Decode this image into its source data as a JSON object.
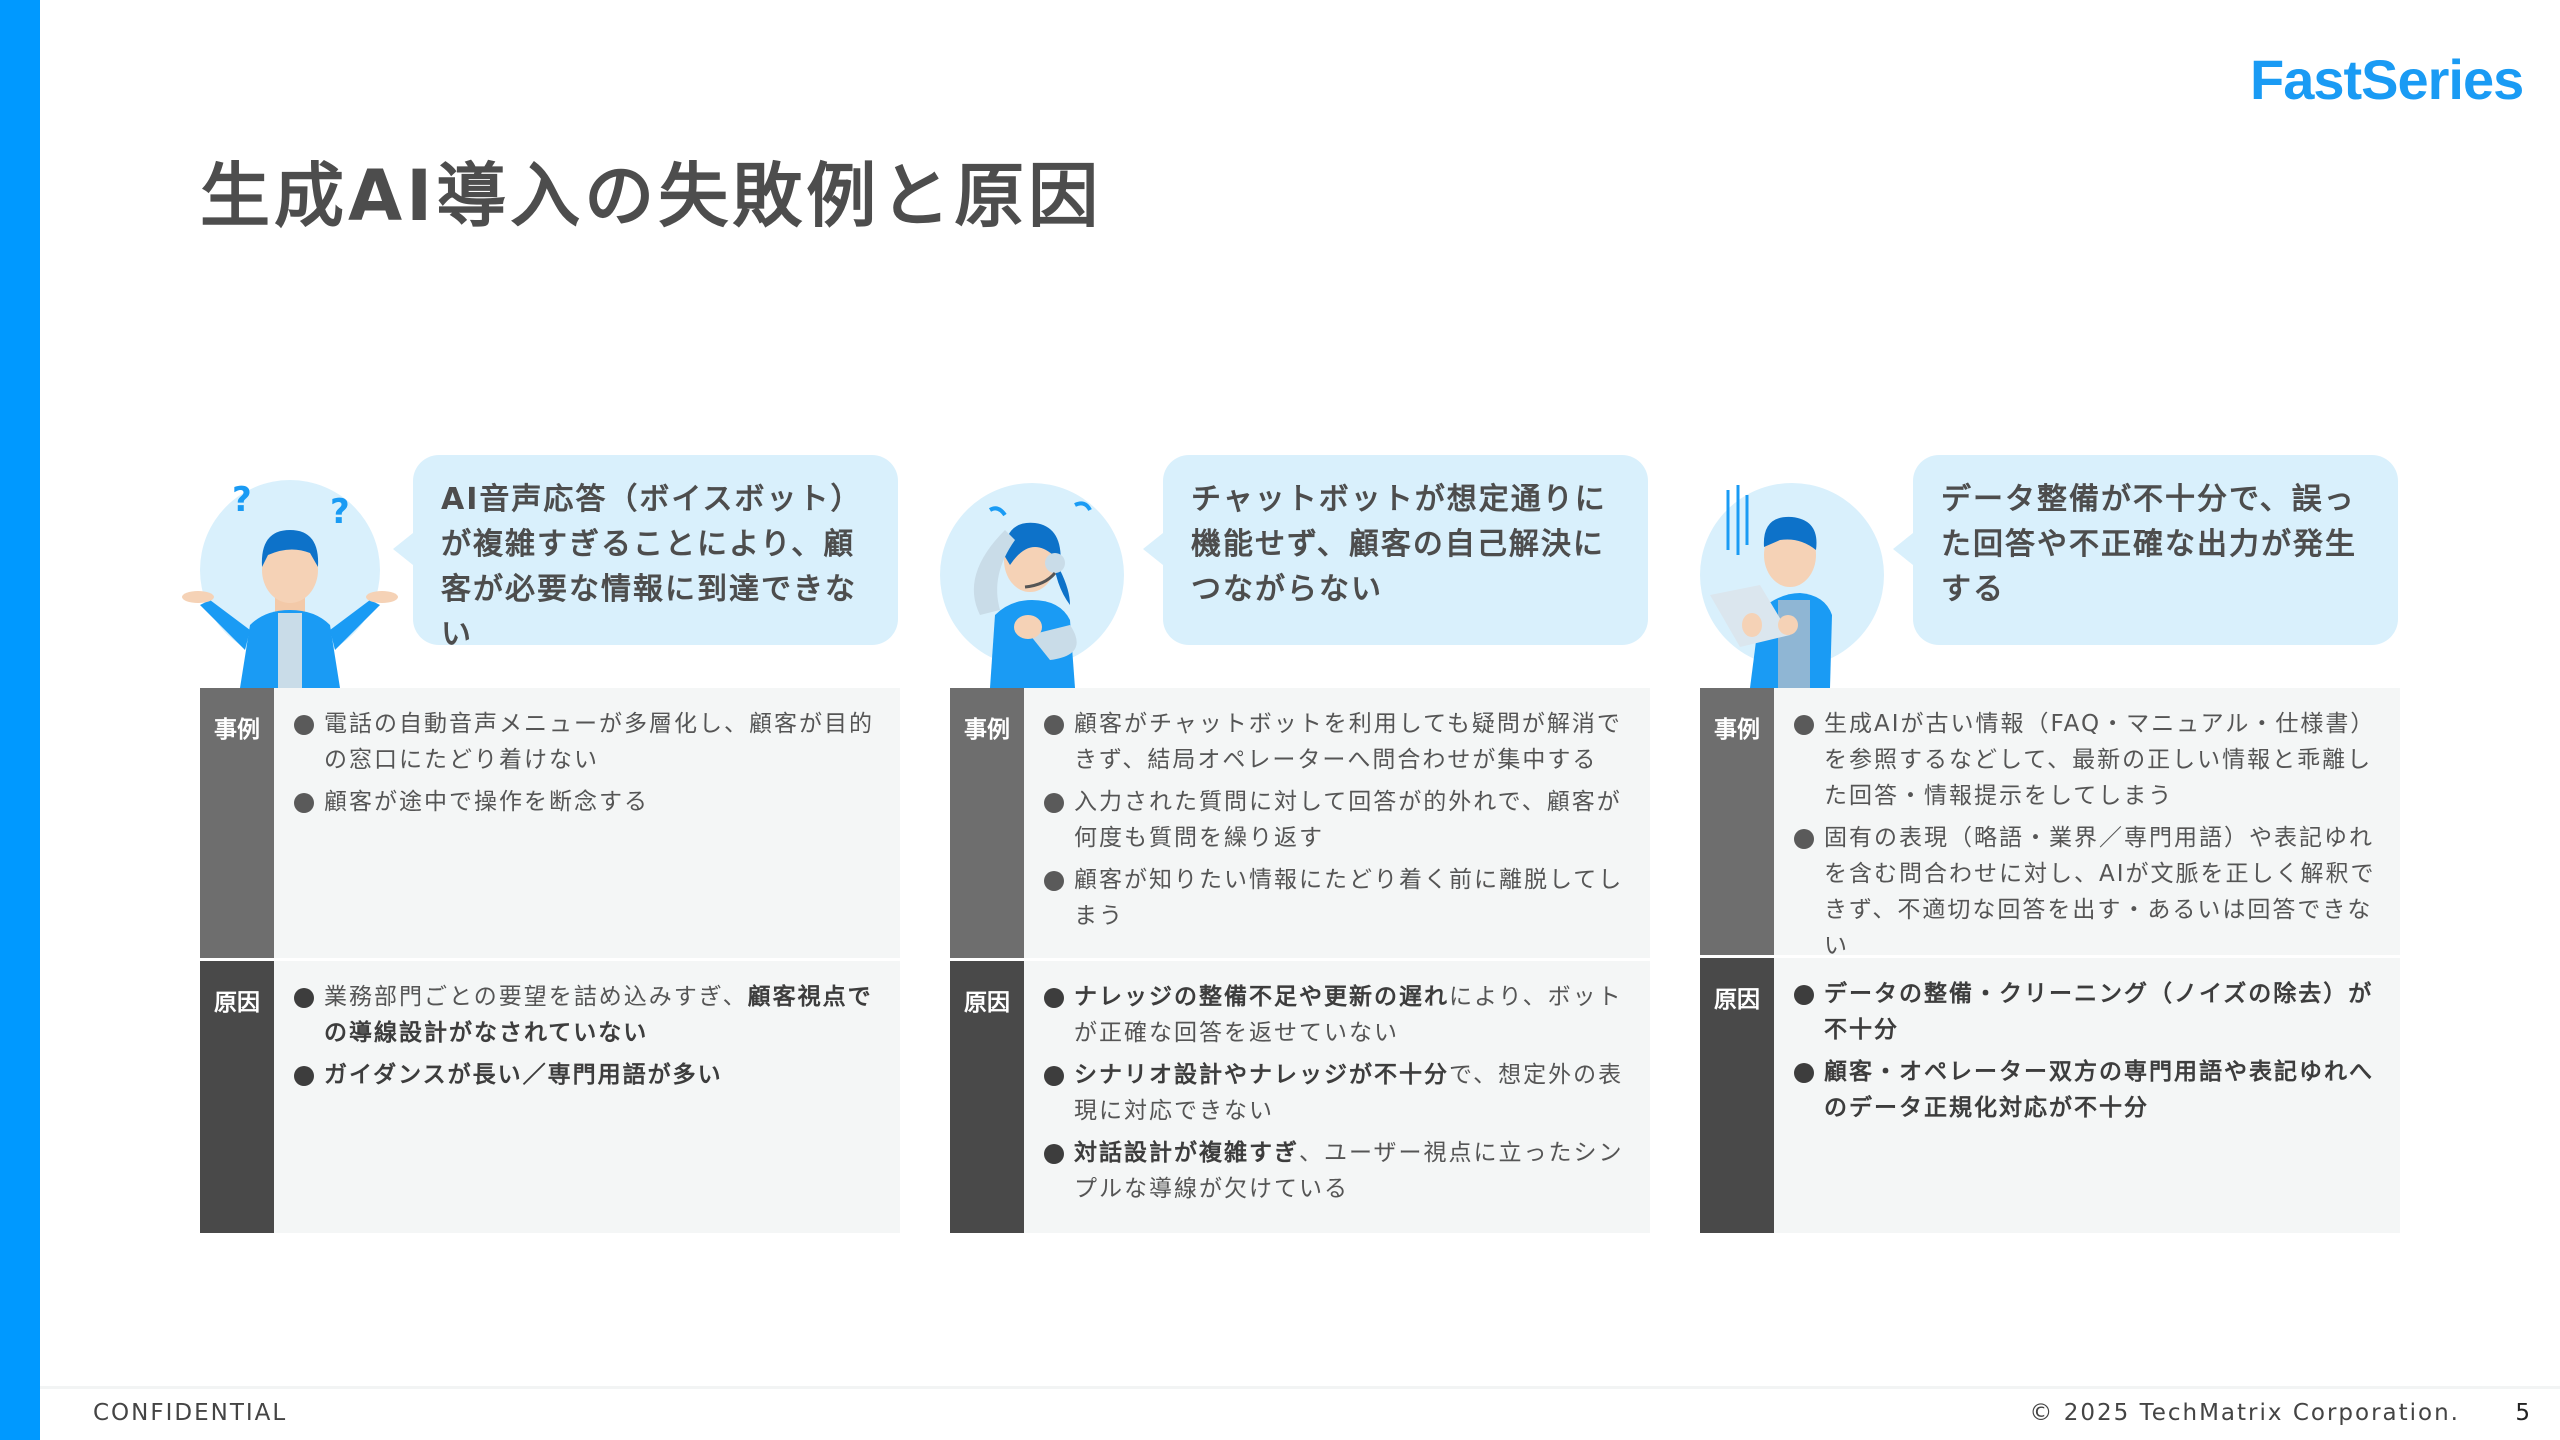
{
  "page": {
    "title": "生成AI導入の失敗例と原因",
    "logo": "FastSeries",
    "accent_color": "#0099ff",
    "footer_left": "CONFIDENTIAL",
    "footer_right": "© 2025 TechMatrix Corporation.",
    "page_number": "5"
  },
  "labels": {
    "example": "事例",
    "cause": "原因"
  },
  "columns": [
    {
      "illustration": "confused-woman-shrugging",
      "bubble": "AI音声応答（ボイスボット）が複雑すぎることにより、顧客が必要な情報に到達できない",
      "examples": [
        [
          {
            "t": "電話の自動音声メニューが多層化し、顧客が目的の窓口にたどり着けない",
            "b": false
          }
        ],
        [
          {
            "t": "顧客が途中で操作を断念する",
            "b": false
          }
        ]
      ],
      "causes": [
        [
          {
            "t": "業務部門ごとの要望を詰め込みすぎ、",
            "b": false
          },
          {
            "t": "顧客視点での導線設計がなされていない",
            "b": true
          }
        ],
        [
          {
            "t": "ガイダンスが長い／専門用語が多い",
            "b": true
          }
        ]
      ]
    },
    {
      "illustration": "troubled-operator-with-headset",
      "bubble": "チャットボットが想定通りに機能せず、顧客の自己解決につながらない",
      "examples": [
        [
          {
            "t": "顧客がチャットボットを利用しても疑問が解消できず、結局オペレーターへ問合わせが集中する",
            "b": false
          }
        ],
        [
          {
            "t": "入力された質問に対して回答が的外れで、顧客が何度も質問を繰り返す",
            "b": false
          }
        ],
        [
          {
            "t": "顧客が知りたい情報にたどり着く前に離脱してしまう",
            "b": false
          }
        ]
      ],
      "causes": [
        [
          {
            "t": "ナレッジの整備不足や更新の遅れ",
            "b": true
          },
          {
            "t": "により、ボットが正確な回答を返せていない",
            "b": false
          }
        ],
        [
          {
            "t": "シナリオ設計やナレッジが不十分",
            "b": true
          },
          {
            "t": "で、想定外の表現に対応できない",
            "b": false
          }
        ],
        [
          {
            "t": "対話設計が複雑すぎ",
            "b": true
          },
          {
            "t": "、ユーザー視点に立ったシンプルな導線が欠けている",
            "b": false
          }
        ]
      ]
    },
    {
      "illustration": "shocked-man-reading-document",
      "bubble": "データ整備が不十分で、誤った回答や不正確な出力が発生する",
      "examples": [
        [
          {
            "t": "生成AIが古い情報（FAQ・マニュアル・仕様書）を参照するなどして、最新の正しい情報と乖離した回答・情報提示をしてしまう",
            "b": false
          }
        ],
        [
          {
            "t": "固有の表現（略語・業界／専門用語）や表記ゆれを含む問合わせに対し、AIが文脈を正しく解釈できず、不適切な回答を出す・あるいは回答できない",
            "b": false
          }
        ]
      ],
      "causes": [
        [
          {
            "t": "データの整備・クリーニング（ノイズの除去）が不十分",
            "b": true
          }
        ],
        [
          {
            "t": "顧客・オペレーター双方の専門用語や表記ゆれへのデータ正規化対応が不十分",
            "b": true
          }
        ]
      ]
    }
  ]
}
